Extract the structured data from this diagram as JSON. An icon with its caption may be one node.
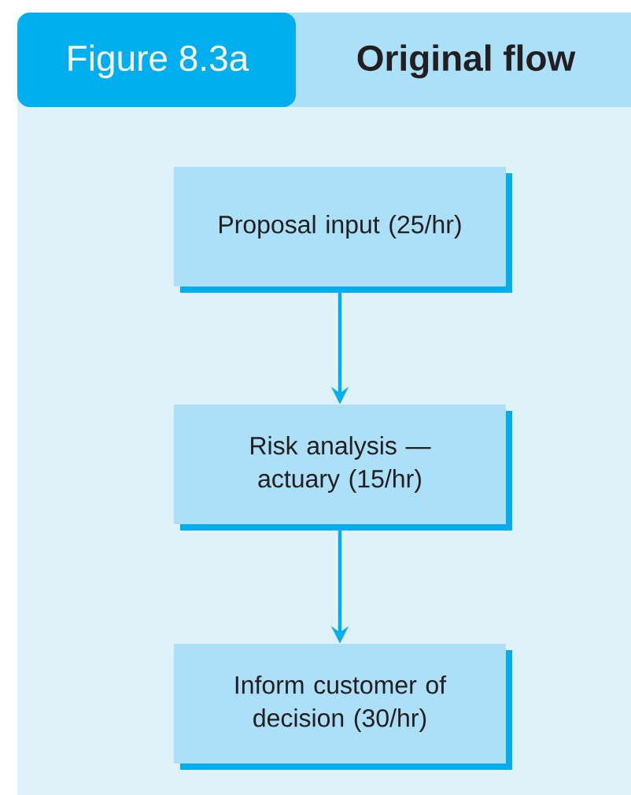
{
  "diagram": {
    "title": "Original flow",
    "nodes": [
      {
        "text": [
          "Proposal input (25/hr)"
        ]
      },
      {
        "text": [
          "Risk analysis — actuary (15/hr)"
        ]
      },
      {
        "text": [
          "Inform customer of decision (30/hr)"
        ]
      }
    ],
    "edges": [
      {
        "from": 0,
        "to": 1,
        "arrow": "to"
      },
      {
        "from": 1,
        "to": 2,
        "arrow": "to"
      }
    ],
    "labels": [
      "Figure 8.3a"
    ]
  }
}
